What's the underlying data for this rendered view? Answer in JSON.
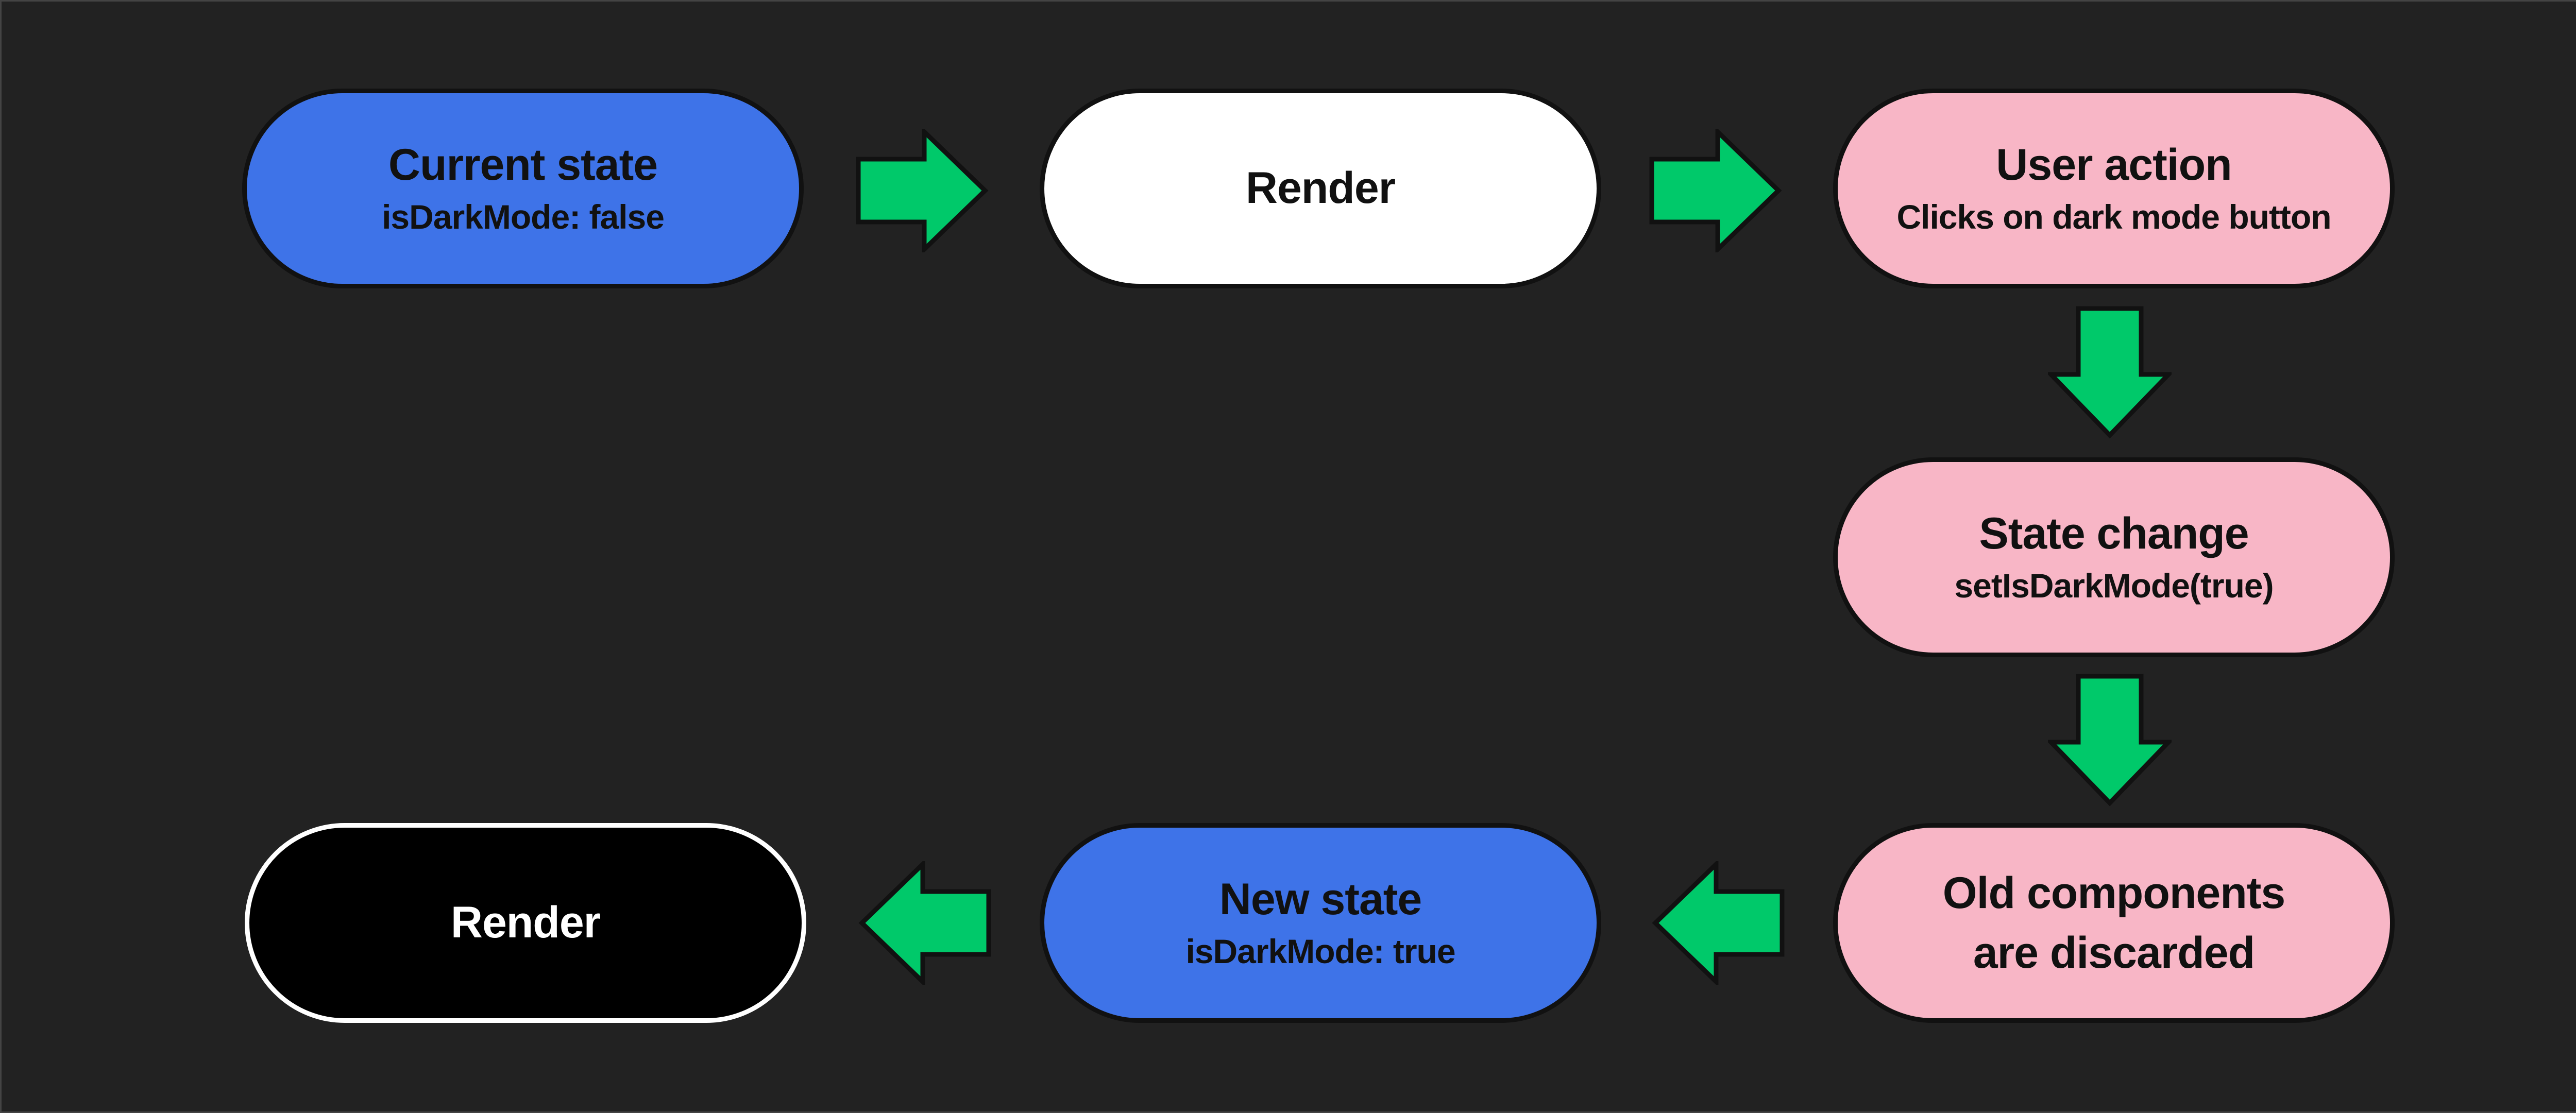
{
  "diagram": {
    "title": "",
    "colors": {
      "background": "#222222",
      "arrow_fill": "#00c96a",
      "outline": "#111111",
      "state_blue": "#3e73e8",
      "action_pink": "#f8b6c6",
      "render_white": "#ffffff",
      "render_black": "#000000"
    },
    "nodes": {
      "current_state": {
        "title": "Current state",
        "subtitle": "isDarkMode: false"
      },
      "render_light": {
        "title": "Render"
      },
      "user_action": {
        "title": "User action",
        "subtitle": "Clicks on dark mode button"
      },
      "state_change": {
        "title": "State change",
        "subtitle": "setIsDarkMode(true)"
      },
      "old_components": {
        "line1": "Old components",
        "line2": "are discarded"
      },
      "new_state": {
        "title": "New state",
        "subtitle": "isDarkMode: true"
      },
      "render_dark": {
        "title": "Render"
      }
    },
    "edges": [
      {
        "from": "current_state",
        "to": "render_light",
        "icon": "arrow-right-icon"
      },
      {
        "from": "render_light",
        "to": "user_action",
        "icon": "arrow-right-icon"
      },
      {
        "from": "user_action",
        "to": "state_change",
        "icon": "arrow-down-icon"
      },
      {
        "from": "state_change",
        "to": "old_components",
        "icon": "arrow-down-icon"
      },
      {
        "from": "old_components",
        "to": "new_state",
        "icon": "arrow-left-icon"
      },
      {
        "from": "new_state",
        "to": "render_dark",
        "icon": "arrow-left-icon"
      }
    ]
  }
}
